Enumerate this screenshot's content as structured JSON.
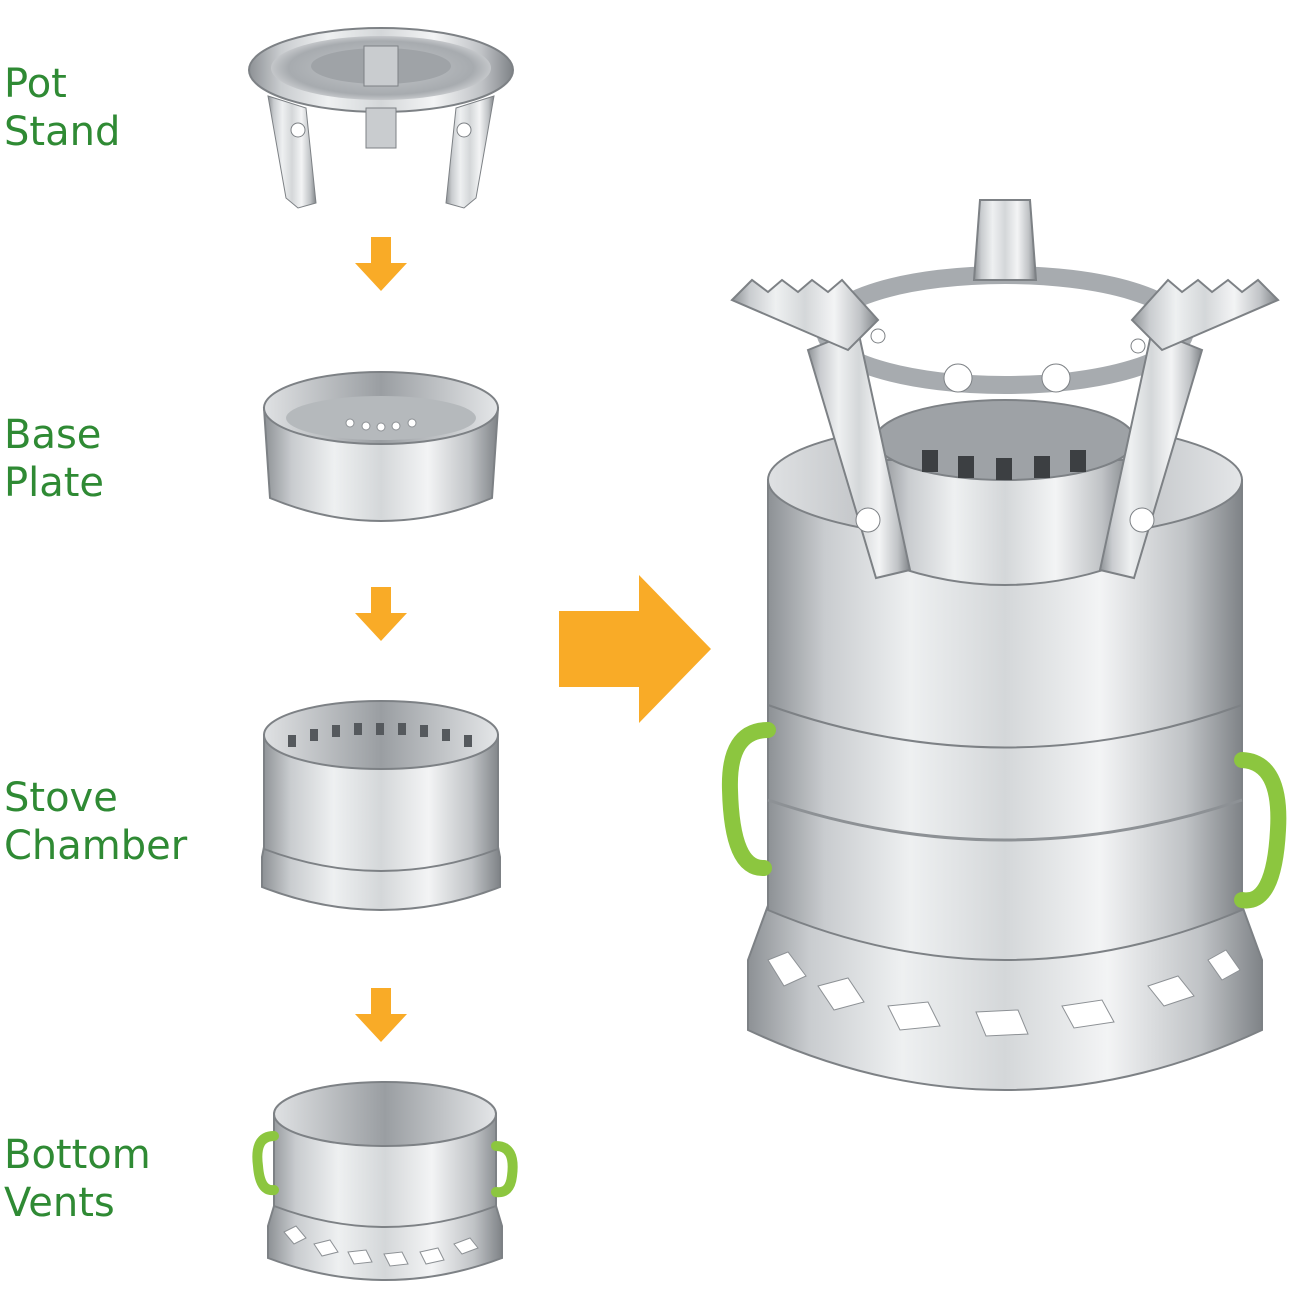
{
  "labels": {
    "pot_stand": {
      "line1": "Pot",
      "line2": "Stand"
    },
    "base_plate": {
      "line1": "Base",
      "line2": "Plate"
    },
    "stove_chamber": {
      "line1": "Stove",
      "line2": "Chamber"
    },
    "bottom_vents": {
      "line1": "Bottom",
      "line2": "Vents"
    }
  },
  "icons": {
    "step_arrow": "arrow-down-icon",
    "assembly_arrow": "arrow-right-icon"
  },
  "colors": {
    "label_green": "#2f8a34",
    "arrow_orange": "#f9ab27",
    "handle_green": "#8cc63f",
    "steel_light": "#e6e7e9",
    "steel_mid": "#b7babd",
    "steel_dark": "#7d8185"
  }
}
